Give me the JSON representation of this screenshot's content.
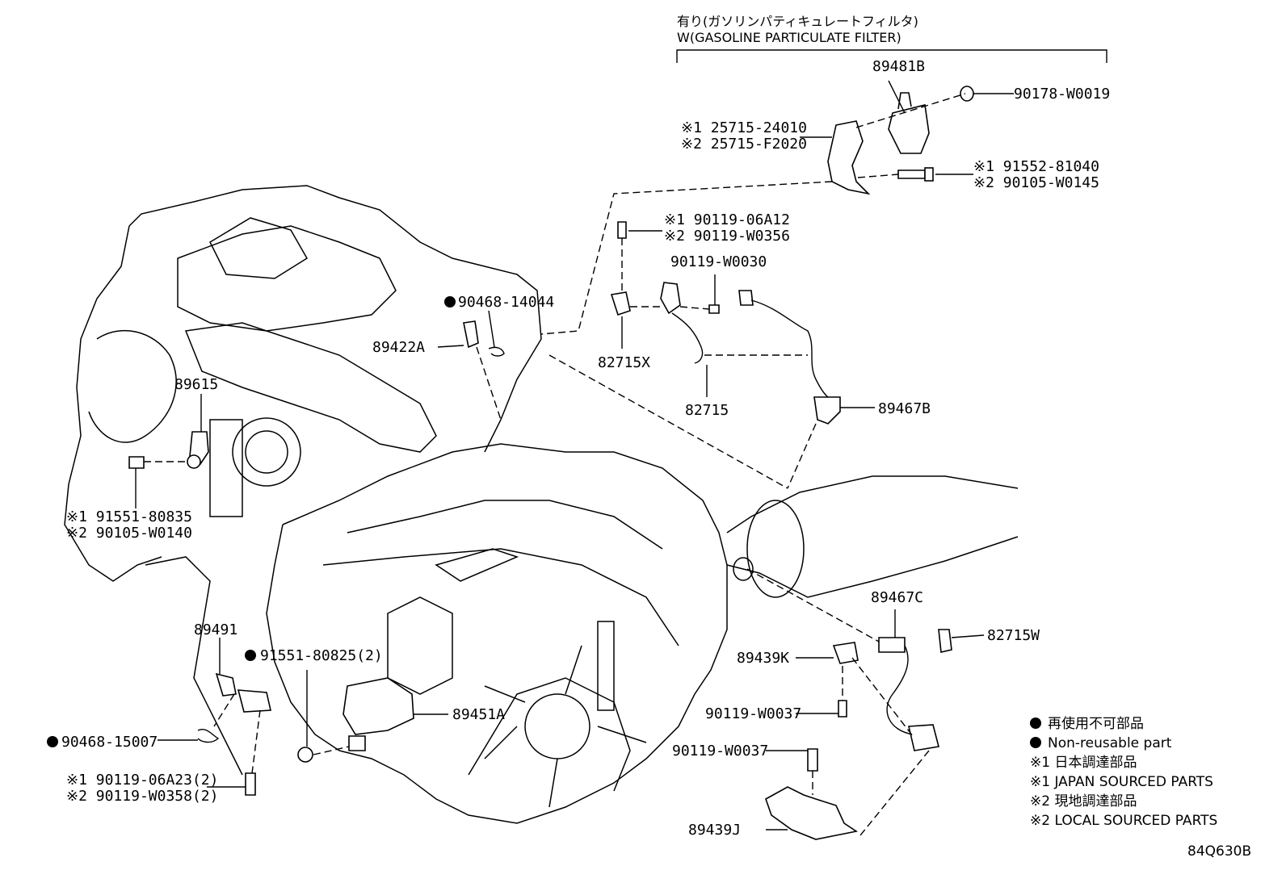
{
  "header": {
    "jp": "有り(ガソリンパティキュレートフィルタ)",
    "en": "W(GASOLINE PARTICULATE FILTER)"
  },
  "callouts": {
    "p89481B": "89481B",
    "p90178": "90178-W0019",
    "p25715a": "※1 25715-24010",
    "p25715b": "※2 25715-F2020",
    "p91552a": "※1 91552-81040",
    "p91552b": "※2 90105-W0145",
    "p90119a": "※1 90119-06A12",
    "p90119b": "※2 90119-W0356",
    "p90119w30": "90119-W0030",
    "p90468_14044": "90468-14044",
    "p89422A": "89422A",
    "p82715X": "82715X",
    "p82715": "82715",
    "p89467B": "89467B",
    "p89615": "89615",
    "p91551a": "※1 91551-80835",
    "p91551b": "※2 90105-W0140",
    "p89467C": "89467C",
    "p82715W": "82715W",
    "p89439K": "89439K",
    "p89491": "89491",
    "p91551_825": "91551-80825(2)",
    "p89451A": "89451A",
    "p90119_37a": "90119-W0037",
    "p90119_37b": "90119-W0037",
    "p90468_15007": "90468-15007",
    "p90119_6a23": "※1 90119-06A23(2)",
    "p90119_358": "※2 90119-W0358(2)",
    "p89439J": "89439J"
  },
  "legend": {
    "l1": "再使用不可部品",
    "l2": "Non-reusable part",
    "l3": "※1 日本調達部品",
    "l4": "※1 JAPAN SOURCED PARTS",
    "l5": "※2 現地調達部品",
    "l6": "※2 LOCAL SOURCED PARTS"
  },
  "diagram_code": "84Q630B"
}
